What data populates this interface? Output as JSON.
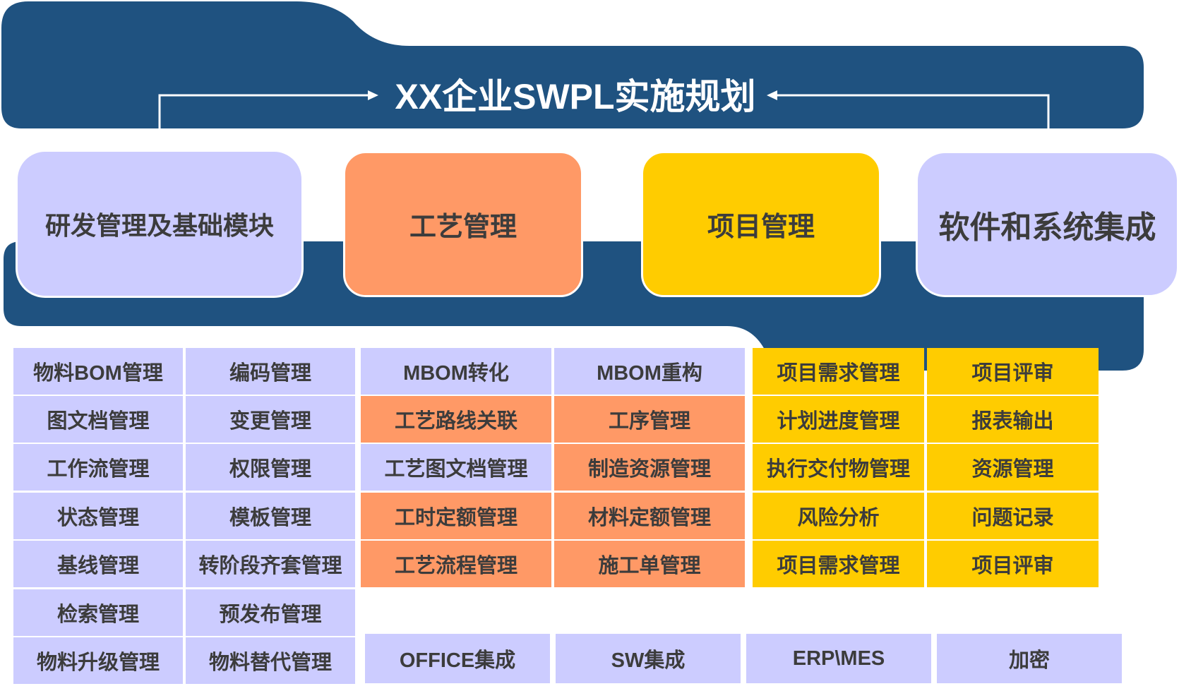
{
  "title": "XX企业SWPL实施规划",
  "colors": {
    "navy": "#1f5280",
    "lavender": "#ccccff",
    "orange": "#ff9966",
    "yellow": "#ffcc00",
    "text": "#3c3c3c"
  },
  "categories": [
    {
      "label": "研发管理及基础模块",
      "color": "#ccccff"
    },
    {
      "label": "工艺管理",
      "color": "#ff9966"
    },
    {
      "label": "项目管理",
      "color": "#ffcc00"
    },
    {
      "label": "软件和系统集成",
      "color": "#ccccff"
    }
  ],
  "rd_modules": [
    [
      "物料BOM管理",
      "编码管理"
    ],
    [
      "图文档管理",
      "变更管理"
    ],
    [
      "工作流管理",
      "权限管理"
    ],
    [
      "状态管理",
      "模板管理"
    ],
    [
      "基线管理",
      "转阶段齐套管理"
    ],
    [
      "检索管理",
      "预发布管理"
    ],
    [
      "物料升级管理",
      "物料替代管理"
    ]
  ],
  "process_modules": [
    [
      {
        "label": "MBOM转化",
        "color": "#ccccff"
      },
      {
        "label": "MBOM重构",
        "color": "#ccccff"
      }
    ],
    [
      {
        "label": "工艺路线关联",
        "color": "#ff9966"
      },
      {
        "label": "工序管理",
        "color": "#ff9966"
      }
    ],
    [
      {
        "label": "工艺图文档管理",
        "color": "#ccccff"
      },
      {
        "label": "制造资源管理",
        "color": "#ff9966"
      }
    ],
    [
      {
        "label": "工时定额管理",
        "color": "#ff9966"
      },
      {
        "label": "材料定额管理",
        "color": "#ff9966"
      }
    ],
    [
      {
        "label": "工艺流程管理",
        "color": "#ff9966"
      },
      {
        "label": "施工单管理",
        "color": "#ff9966"
      }
    ]
  ],
  "project_modules": [
    [
      "项目需求管理",
      "项目评审"
    ],
    [
      "计划进度管理",
      "报表输出"
    ],
    [
      "执行交付物管理",
      "资源管理"
    ],
    [
      "风险分析",
      "问题记录"
    ],
    [
      "项目需求管理",
      "项目评审"
    ]
  ],
  "integration_modules": [
    "OFFICE集成",
    "SW集成",
    "ERP\\MES",
    "加密"
  ]
}
